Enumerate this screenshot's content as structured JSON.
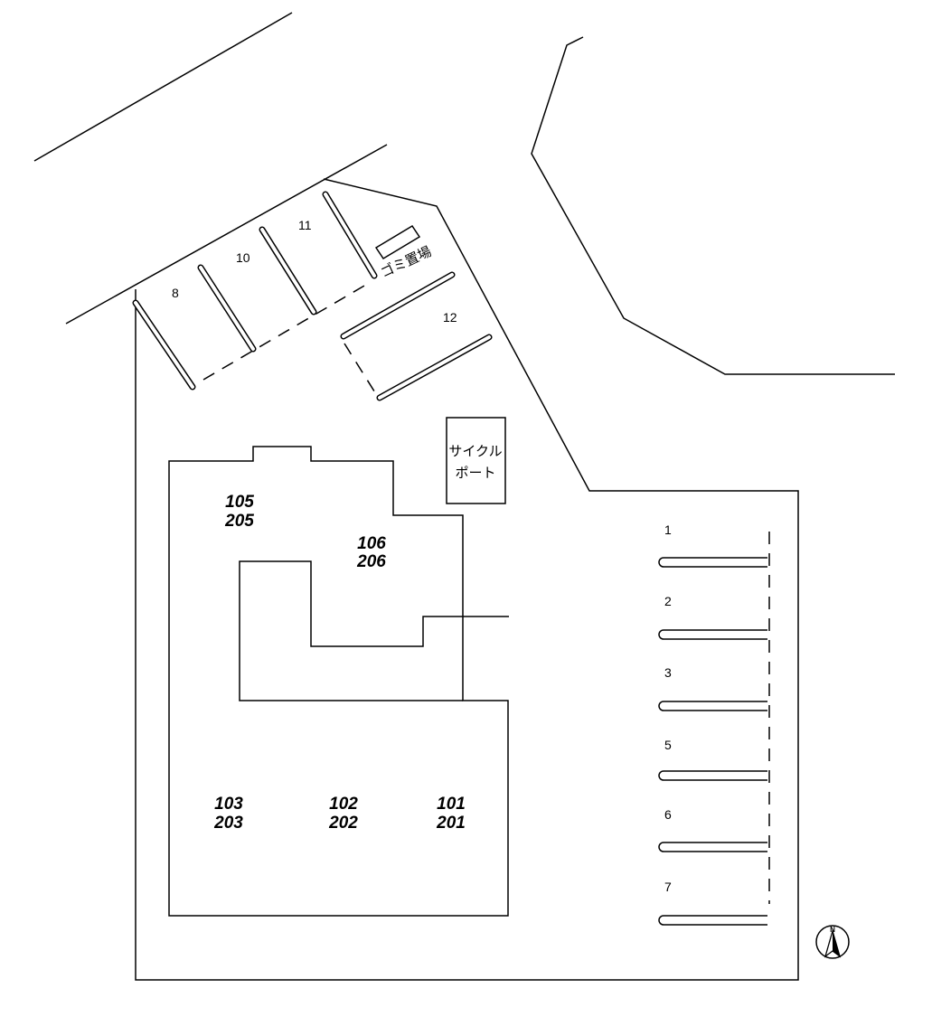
{
  "parking_lot_east": [
    "1",
    "2",
    "3",
    "5",
    "6",
    "7"
  ],
  "parking_lot_north": [
    "8",
    "10",
    "11",
    "12"
  ],
  "facilities": {
    "garbage_area": "ゴミ置場",
    "cycle_port_line1": "サイクル",
    "cycle_port_line2": "ポート"
  },
  "units": {
    "west_ground": "105",
    "west_upper": "205",
    "center_ground": "106",
    "center_upper": "206",
    "s1_ground": "103",
    "s1_upper": "203",
    "s2_ground": "102",
    "s2_upper": "202",
    "s3_ground": "101",
    "s3_upper": "201"
  },
  "compass": {
    "north_mark": "N"
  }
}
